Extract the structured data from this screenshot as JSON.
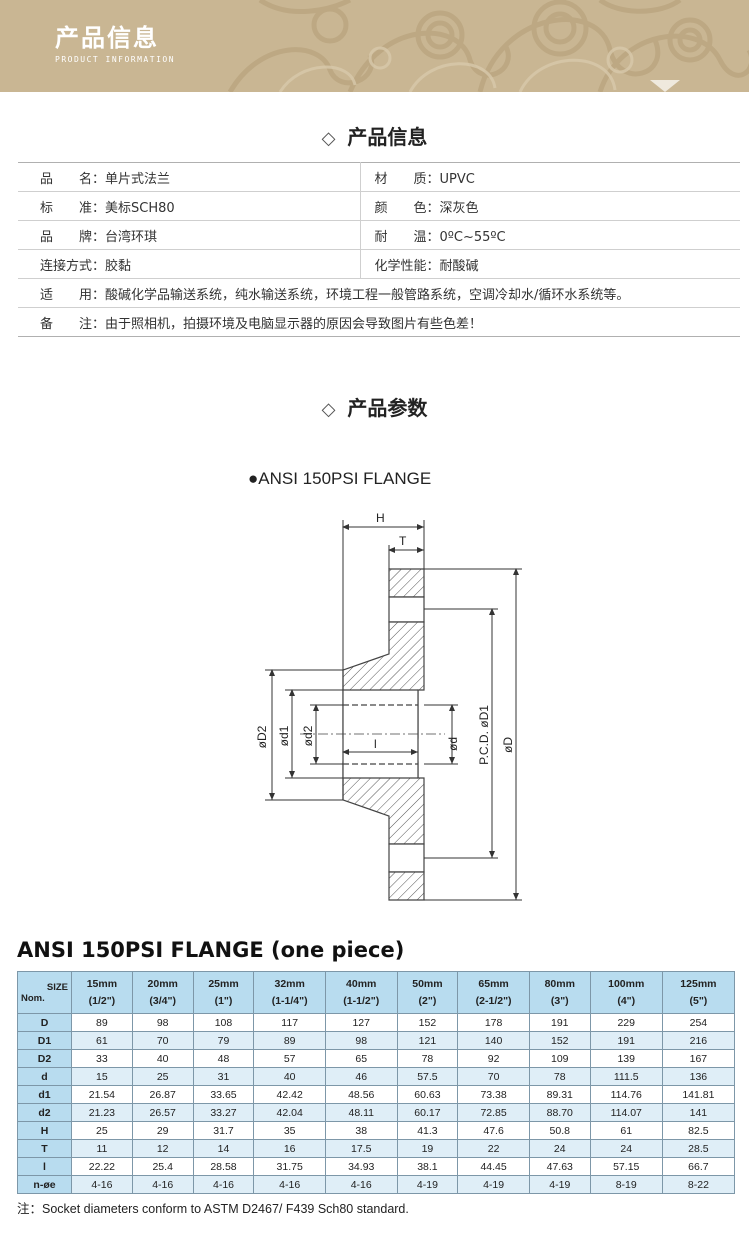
{
  "banner": {
    "title": "产品信息",
    "subtitle": "PRODUCT INFORMATION",
    "bg_color": "#c9b693"
  },
  "section_info": {
    "icon": "diamond-icon",
    "symbol": "◇",
    "title": "产品信息"
  },
  "info_rows": [
    {
      "left": "品　　名：单片式法兰",
      "right": "材　　质：UPVC"
    },
    {
      "left": "标　　准：美标SCH80",
      "right": "颜　　色：深灰色"
    },
    {
      "left": "品　　牌：台湾环琪",
      "right": "耐　　温：0ºC~55ºC"
    },
    {
      "left": "连接方式：胶黏",
      "right": "化学性能：耐酸碱"
    }
  ],
  "info_full": [
    "适　　用：酸碱化学品输送系统，纯水输送系统，环境工程一般管路系统，空调冷却水/循环水系统等。",
    "备　　注：由于照相机，拍摄环境及电脑显示器的原因会导致图片有些色差！"
  ],
  "section_params": {
    "icon": "diamond-icon",
    "symbol": "◇",
    "title": "产品参数"
  },
  "drawing": {
    "title": "●ANSI 150PSI FLANGE",
    "labels": {
      "H": "H",
      "T": "T",
      "D2": "øD2",
      "d1": "ød1",
      "d2": "ød2",
      "l": "l",
      "d": "ød",
      "D1": "P.C.D. øD1",
      "D": "øD"
    }
  },
  "table": {
    "title": "ANSI 150PSI FLANGE (one piece)",
    "corner_size": "SIZE",
    "corner_nom": "Nom.",
    "sizes": [
      [
        "15mm",
        "(1/2\")"
      ],
      [
        "20mm",
        "(3/4\")"
      ],
      [
        "25mm",
        "(1\")"
      ],
      [
        "32mm",
        "(1-1/4\")"
      ],
      [
        "40mm",
        "(1-1/2\")"
      ],
      [
        "50mm",
        "(2\")"
      ],
      [
        "65mm",
        "(2-1/2\")"
      ],
      [
        "80mm",
        "(3\")"
      ],
      [
        "100mm",
        "(4\")"
      ],
      [
        "125mm",
        "(5\")"
      ]
    ],
    "rows": [
      {
        "label": "D",
        "values": [
          "89",
          "98",
          "108",
          "117",
          "127",
          "152",
          "178",
          "191",
          "229",
          "254"
        ]
      },
      {
        "label": "D1",
        "values": [
          "61",
          "70",
          "79",
          "89",
          "98",
          "121",
          "140",
          "152",
          "191",
          "216"
        ]
      },
      {
        "label": "D2",
        "values": [
          "33",
          "40",
          "48",
          "57",
          "65",
          "78",
          "92",
          "109",
          "139",
          "167"
        ]
      },
      {
        "label": "d",
        "values": [
          "15",
          "25",
          "31",
          "40",
          "46",
          "57.5",
          "70",
          "78",
          "111.5",
          "136"
        ]
      },
      {
        "label": "d1",
        "values": [
          "21.54",
          "26.87",
          "33.65",
          "42.42",
          "48.56",
          "60.63",
          "73.38",
          "89.31",
          "114.76",
          "141.81"
        ]
      },
      {
        "label": "d2",
        "values": [
          "21.23",
          "26.57",
          "33.27",
          "42.04",
          "48.11",
          "60.17",
          "72.85",
          "88.70",
          "114.07",
          "141"
        ]
      },
      {
        "label": "H",
        "values": [
          "25",
          "29",
          "31.7",
          "35",
          "38",
          "41.3",
          "47.6",
          "50.8",
          "61",
          "82.5"
        ]
      },
      {
        "label": "T",
        "values": [
          "11",
          "12",
          "14",
          "16",
          "17.5",
          "19",
          "22",
          "24",
          "24",
          "28.5"
        ]
      },
      {
        "label": "l",
        "values": [
          "22.22",
          "25.4",
          "28.58",
          "31.75",
          "34.93",
          "38.1",
          "44.45",
          "47.63",
          "57.15",
          "66.7"
        ]
      },
      {
        "label": "n-øe",
        "values": [
          "4-16",
          "4-16",
          "4-16",
          "4-16",
          "4-16",
          "4-19",
          "4-19",
          "4-19",
          "8-19",
          "8-22"
        ]
      }
    ],
    "header_color": "#b8dcef",
    "stripe_color": "#dfeef7"
  },
  "note": "注：Socket diameters conform to ASTM D2467/ F439 Sch80 standard."
}
